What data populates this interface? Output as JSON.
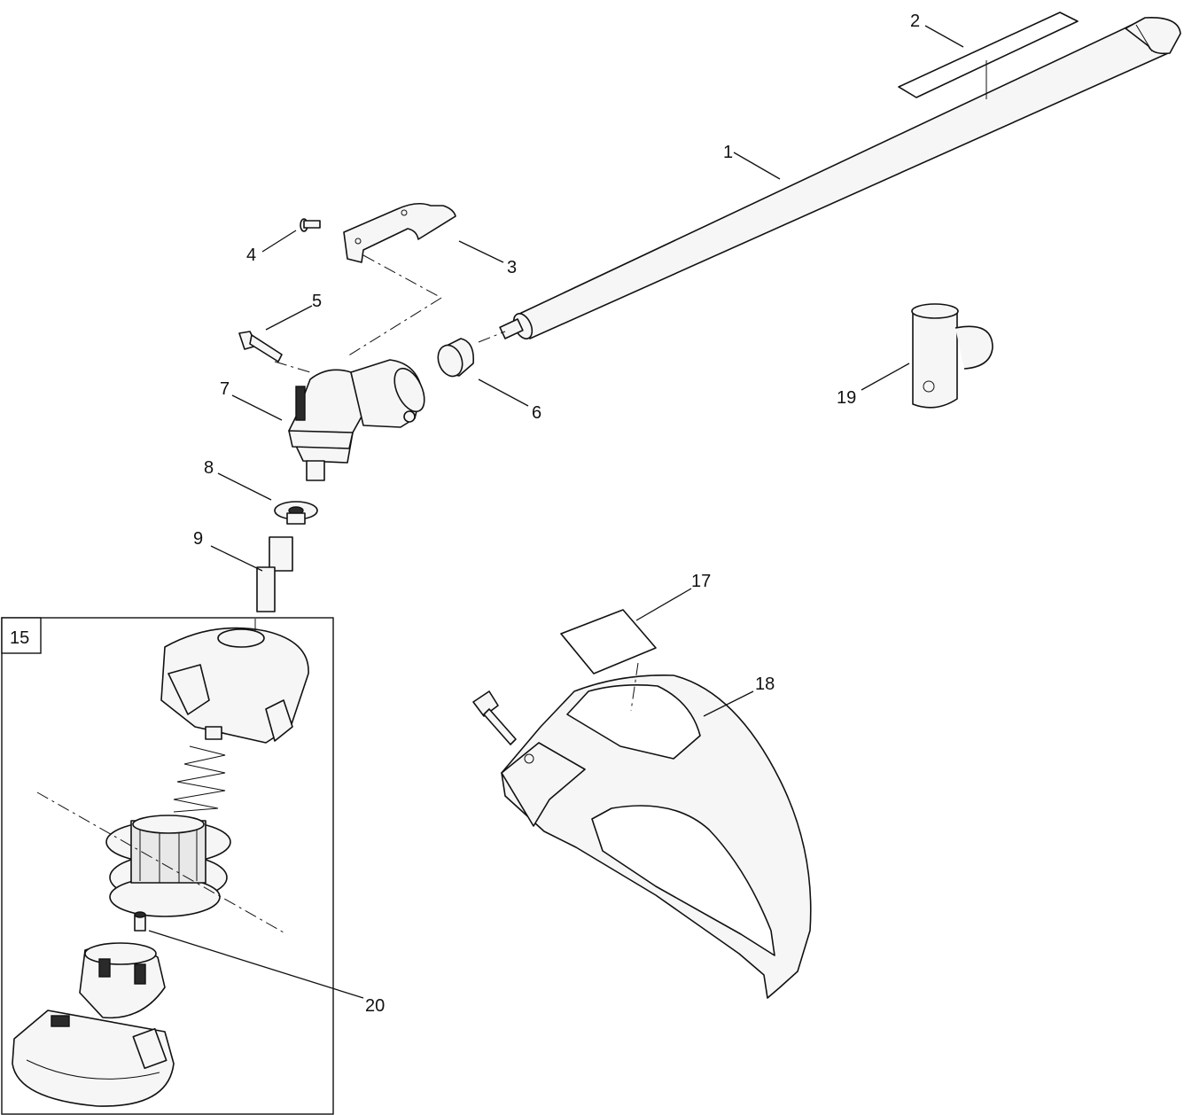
{
  "diagram": {
    "callouts": {
      "c1": "1",
      "c2": "2",
      "c3": "3",
      "c4": "4",
      "c5": "5",
      "c6": "6",
      "c7": "7",
      "c8": "8",
      "c9": "9",
      "c15": "15",
      "c17": "17",
      "c18": "18",
      "c19": "19",
      "c20": "20"
    }
  }
}
